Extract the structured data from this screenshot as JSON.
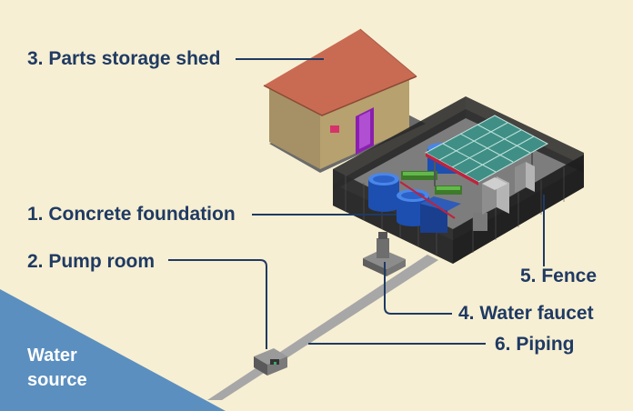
{
  "labels": {
    "shed": "3. Parts storage shed",
    "foundation": "1. Concrete foundation",
    "pump": "2. Pump room",
    "fence": "5. Fence",
    "faucet": "4. Water faucet",
    "piping": "6. Piping"
  },
  "water_source": {
    "line1": "Water",
    "line2": "source"
  },
  "colors": {
    "background": "#f7efd3",
    "water": "#5b8fbf",
    "label_text": "#1f3a63",
    "roof": "#c96b52",
    "shed_wall": "#b39a6a",
    "shed_door": "#8a1fae",
    "solar_panel": "#3f8f86",
    "tank": "#2a62c9",
    "fence": "#2a2a2a",
    "pipe": "#a9a9a9"
  }
}
